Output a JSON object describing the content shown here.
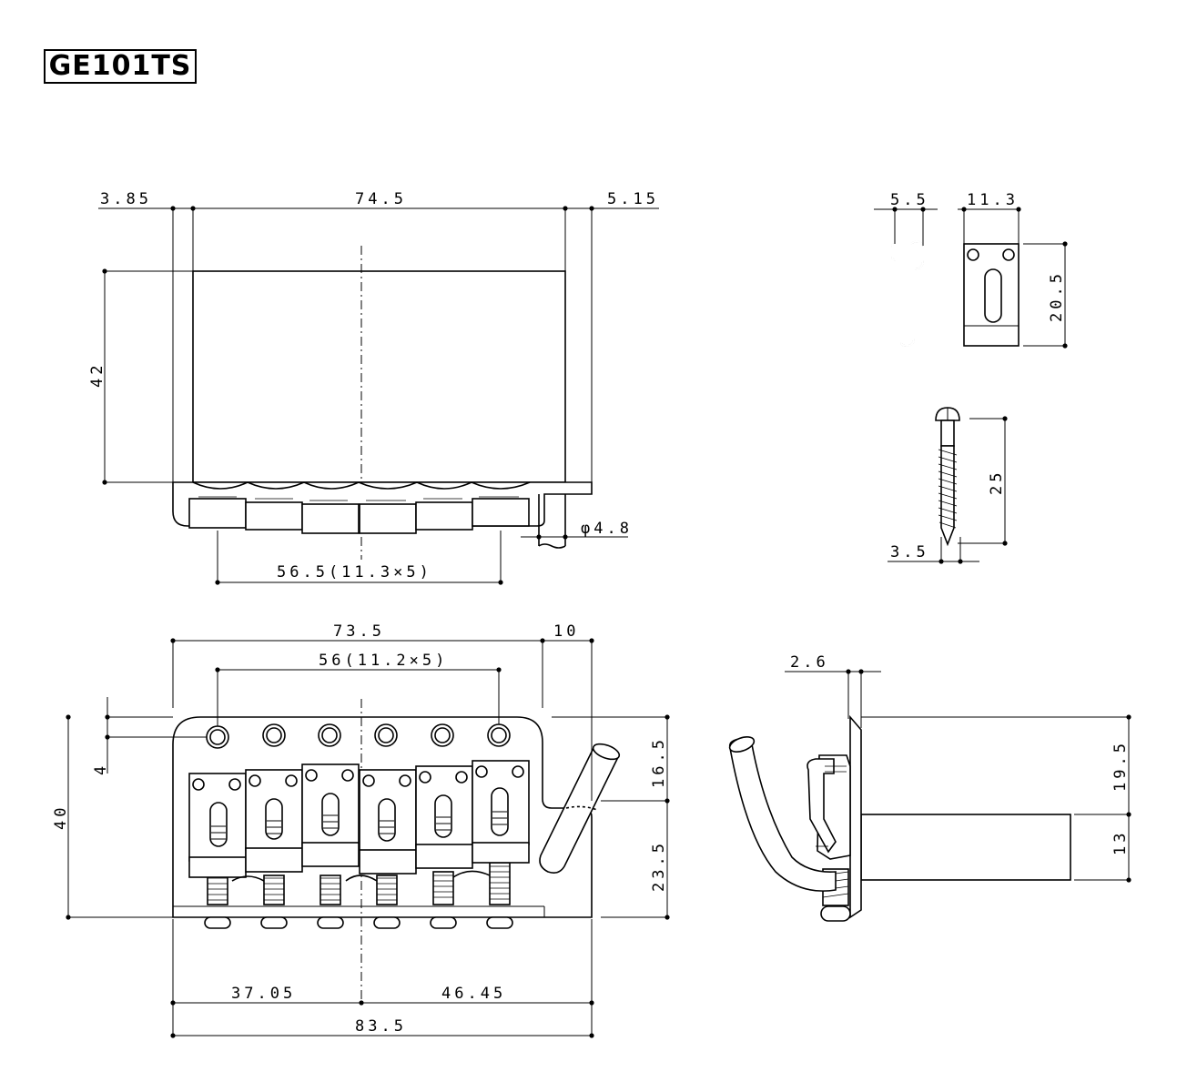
{
  "title": "GE101TS",
  "dimensions": {
    "top_left_offset": "3.85",
    "top_width": "74.5",
    "top_right_offset": "5.15",
    "top_height": "42",
    "saddle_spacing_front": "56.5(11.3×5)",
    "arm_diameter": "φ4.8",
    "bottom_width": "73.5",
    "bottom_right_gap": "10",
    "string_spacing": "56(11.2×5)",
    "hole_offset": "4",
    "total_height": "40",
    "upper_height": "16.5",
    "lower_height": "23.5",
    "left_part": "37.05",
    "right_part": "46.45",
    "total_width": "83.5",
    "clip_a": "5.5",
    "clip_b": "11.3",
    "clip_height": "20.5",
    "screw_length": "25",
    "screw_diameter": "3.5",
    "side_plate": "2.6",
    "side_upper": "19.5",
    "side_block": "13"
  }
}
